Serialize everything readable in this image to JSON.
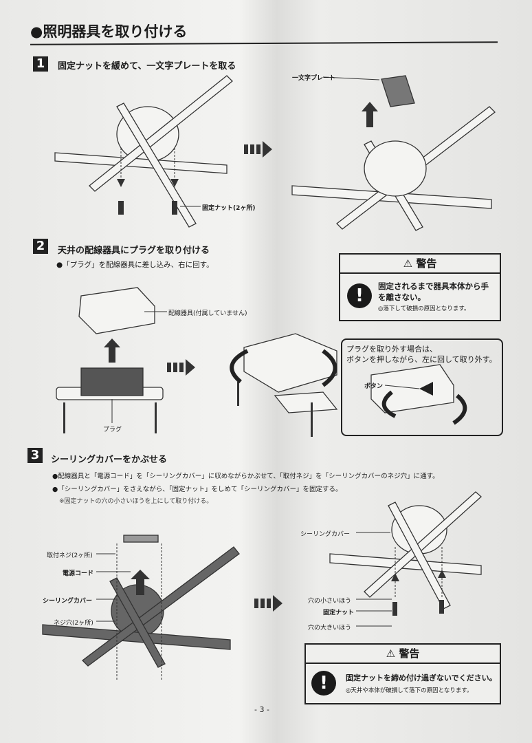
{
  "title": "●照明器具を取り付ける",
  "steps": [
    {
      "num": "1",
      "heading": "固定ナットを緩めて、一文字プレートを取る",
      "labels": {
        "plate": "一文字プレート",
        "nut": "固定ナット(2ヶ所)"
      }
    },
    {
      "num": "2",
      "heading": "天井の配線器具にプラグを取り付ける",
      "note": "●「プラグ」を配線器具に差し込み、右に回す。",
      "labels": {
        "wiring": "配線器具(付属していません)",
        "plug": "プラグ",
        "button": "ボタン"
      },
      "warning": {
        "header": "⚠ 警告",
        "main": "固定されるまで器具本体から手を離さない。",
        "sub": "◎落下して破損の原因となります。"
      },
      "removal": {
        "line1": "プラグを取り外す場合は、",
        "line2": "ボタンを押しながら、左に回して取り外す。"
      }
    },
    {
      "num": "3",
      "heading": "シーリングカバーをかぶせる",
      "notes": [
        "●配線器具と「電源コード」を「シーリングカバー」に収めながらかぶせて、「取付ネジ」を「シーリングカバーのネジ穴」に通す。",
        "●「シーリングカバー」をさえながら、「固定ナット」をしめて「シーリングカバー」を固定する。",
        "※固定ナットの穴の小さいほうを上にして取り付ける。"
      ],
      "labels": {
        "screw": "取付ネジ(2ヶ所)",
        "cord": "電源コード",
        "cover": "シーリングカバー",
        "hole": "ネジ穴(2ヶ所)",
        "cover2": "シーリングカバー",
        "small": "穴の小さいほう",
        "nut": "固定ナット",
        "large": "穴の大きいほう"
      },
      "warning": {
        "header": "⚠ 警告",
        "main": "固定ナットを締め付け過ぎないでください。",
        "sub": "◎天井や本体が破損して落下の原因となります。"
      }
    }
  ],
  "page_number": "- 3 -"
}
